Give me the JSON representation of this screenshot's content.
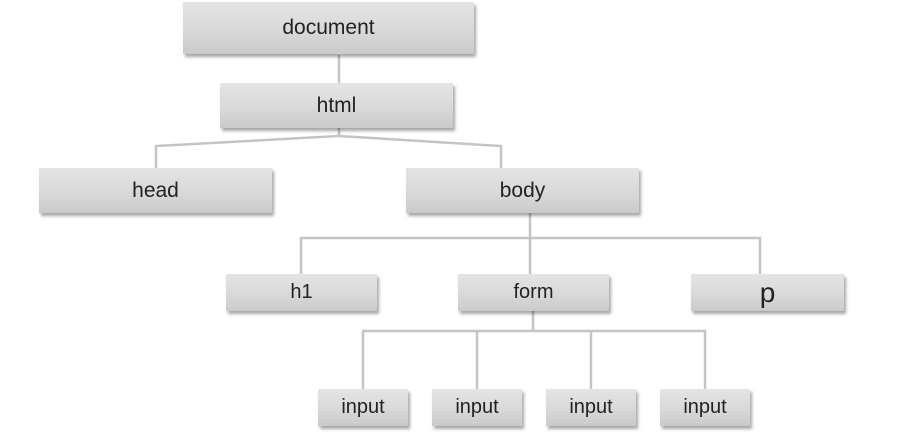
{
  "tree": {
    "document": "document",
    "html": "html",
    "head": "head",
    "body": "body",
    "h1": "h1",
    "form": "form",
    "p": "p",
    "inputs": [
      "input",
      "input",
      "input",
      "input"
    ]
  },
  "colors": {
    "node_fill_top": "#e4e4e4",
    "node_fill_bottom": "#cacaca",
    "connector": "#c4c4c4",
    "text": "#222222"
  }
}
